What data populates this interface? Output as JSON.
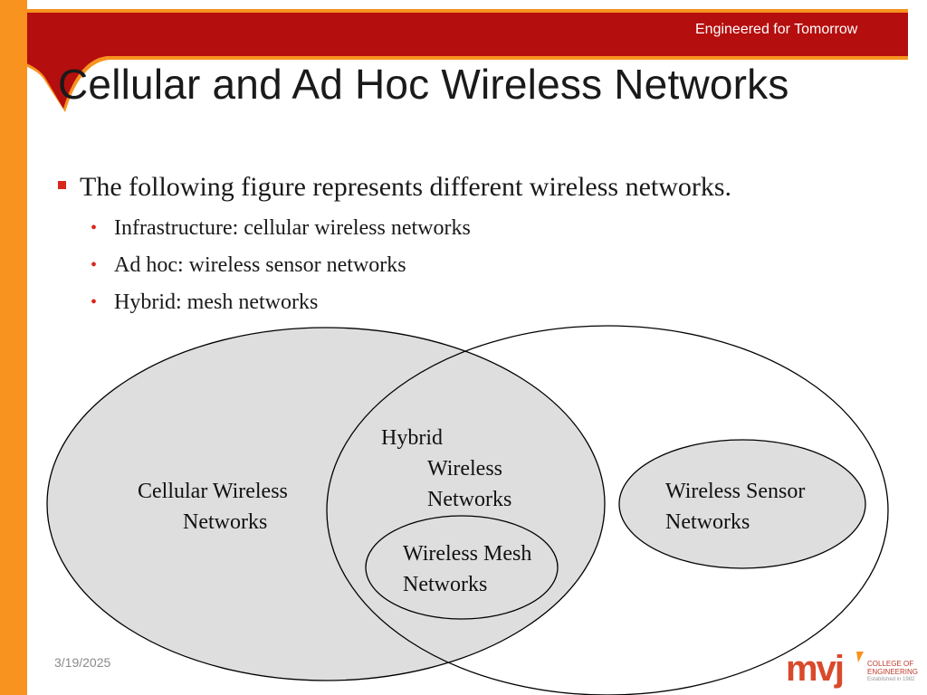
{
  "header": {
    "tagline": "Engineered for Tomorrow",
    "colors": {
      "red_band": "#b50e0e",
      "orange_accent": "#f7931e"
    }
  },
  "slide": {
    "title": "Cellular and Ad Hoc Wireless Networks",
    "bullet_main": "The following figure represents different wireless networks.",
    "sub_bullets": [
      "Infrastructure: cellular wireless networks",
      "Ad hoc: wireless sensor networks",
      "Hybrid: mesh networks"
    ]
  },
  "diagram": {
    "labels": {
      "cellular": [
        "Cellular Wireless",
        "Networks"
      ],
      "hybrid": [
        "Hybrid",
        "Wireless",
        "Networks"
      ],
      "mesh": [
        "Wireless Mesh",
        "Networks"
      ],
      "sensor": [
        "Wireless Sensor",
        "Networks"
      ]
    },
    "colors": {
      "fill": "#dedede",
      "stroke": "#000000"
    }
  },
  "footer": {
    "date": "3/19/2025",
    "logo": {
      "mark": "mvj",
      "line1": "COLLEGE OF",
      "line2": "ENGINEERING",
      "line3": "Established in 1982"
    }
  }
}
